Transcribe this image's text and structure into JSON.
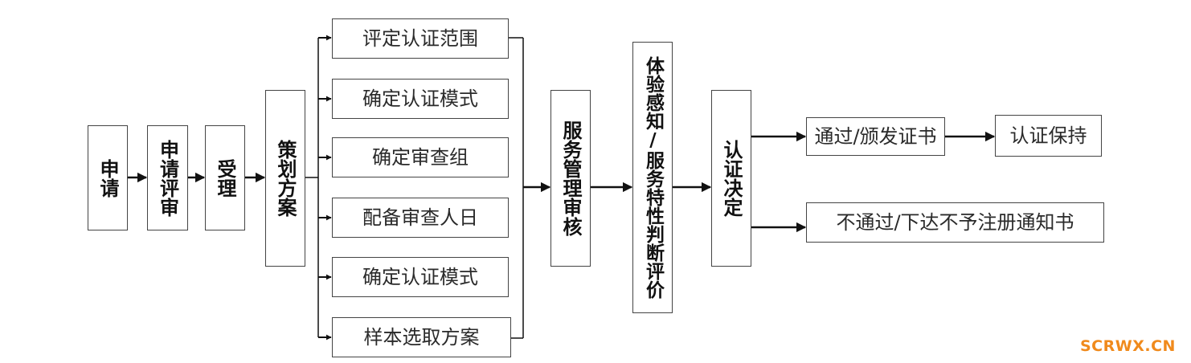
{
  "flow": {
    "apply": "申请",
    "application_review": "申请评审",
    "acceptance": "受理",
    "plan_scheme": "策划方案",
    "plan_tasks": [
      "评定认证范围",
      "确定认证模式",
      "确定审查组",
      "配备审查人日",
      "确定认证模式",
      "样本选取方案"
    ],
    "service_management_audit": "服务管理审核",
    "experience_evaluation": "体验感知/服务特性判断评价",
    "certification_decision": "认证决定",
    "pass": "通过/颁发证书",
    "maintain": "认证保持",
    "fail": "不通过/下达不予注册通知书"
  },
  "watermark": "SCRWX.CN",
  "colors": {
    "line": "#111111",
    "border": "#444444",
    "watermark": "#f08a1c"
  }
}
